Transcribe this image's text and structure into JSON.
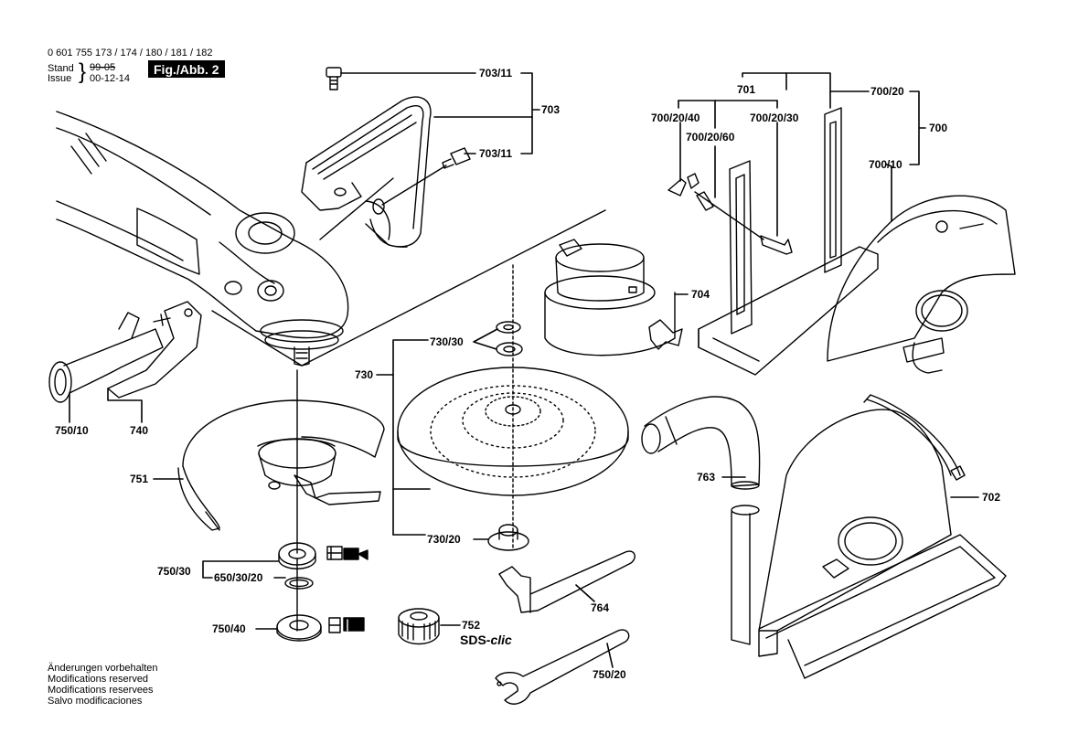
{
  "header": {
    "part_numbers": "0 601 755 173 / 174 / 180 / 181 / 182",
    "stand_label": "Stand",
    "issue_label": "Issue",
    "stand_struck": "99-05",
    "issue_date": "00-12-14",
    "figure_badge": "Fig./Abb. 2"
  },
  "labels": {
    "l703_11_top": "703/11",
    "l703": "703",
    "l703_11_mid": "703/11",
    "l701": "701",
    "l700_20": "700/20",
    "l700_20_40": "700/20/40",
    "l700_20_30": "700/20/30",
    "l700": "700",
    "l700_20_60": "700/20/60",
    "l700_10": "700/10",
    "l704": "704",
    "l730_30": "730/30",
    "l730": "730",
    "l750_10": "750/10",
    "l740": "740",
    "l751": "751",
    "l763": "763",
    "l702": "702",
    "l730_20": "730/20",
    "l750_30": "750/30",
    "l650_30_20": "650/30/20",
    "l764": "764",
    "l750_40": "750/40",
    "l752": "752",
    "l750_20": "750/20"
  },
  "sds": {
    "prefix": "SDS-",
    "suffix": "clic"
  },
  "notes": [
    "Änderungen vorbehalten",
    "Modifications reserved",
    "Modifications reservees",
    "Salvo modificaciones"
  ]
}
